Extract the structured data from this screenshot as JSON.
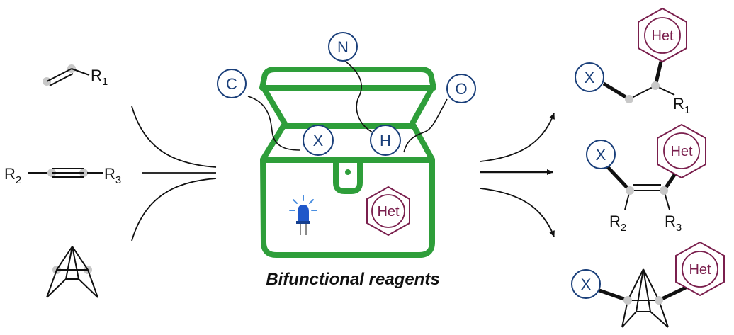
{
  "caption": "Bifunctional reagents",
  "substrates": {
    "alkene_r": "R",
    "alkene_sub": "1",
    "alkyne_left_r": "R",
    "alkyne_left_sub": "2",
    "alkyne_right_r": "R",
    "alkyne_right_sub": "3"
  },
  "chest_atoms": {
    "c": "C",
    "n": "N",
    "o": "O",
    "x": "X",
    "h": "H"
  },
  "het_label": "Het",
  "products": {
    "x": "X",
    "het": "Het",
    "p1_r": "R",
    "p1_sub": "1",
    "p2_r2": "R",
    "p2_r2_sub": "2",
    "p2_r3": "R",
    "p2_r3_sub": "3"
  },
  "colors": {
    "chest_green": "#2e9e3a",
    "atom_blue": "#1a3f7a",
    "het_purple": "#7a1f4d",
    "led_blue": "#1f57c9",
    "node_gray": "#c8c8c8"
  },
  "icons": [
    "treasure-chest-icon",
    "led-light-icon",
    "reaction-arrow-icon"
  ]
}
